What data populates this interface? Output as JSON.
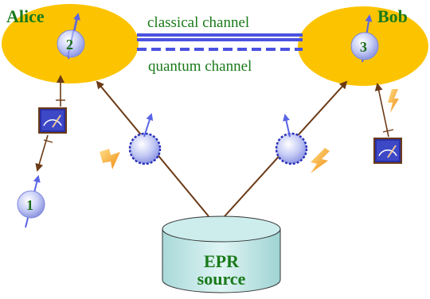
{
  "labels": {
    "alice": "Alice",
    "bob": "Bob",
    "classical_channel": "classical channel",
    "quantum_channel": "quantum channel",
    "epr_line1": "EPR",
    "epr_line2": "source"
  },
  "qubits": {
    "q1": "1",
    "q2": "2",
    "q3": "3"
  },
  "colors": {
    "lab_yellow": "#fcc400",
    "text_green": "#1a7a1a",
    "arrow_brown": "#6b3a16",
    "qubit_lilac": "#b9c1f2",
    "channel_blue": "#4b52e0",
    "cylinder_teal": "#bfe6e6",
    "lightning_orange": "#f6a21a"
  },
  "icons": {
    "detector": "measurement-meter-icon",
    "photon_hit": "lightning-icon",
    "spin": "spin-arrow-icon"
  }
}
